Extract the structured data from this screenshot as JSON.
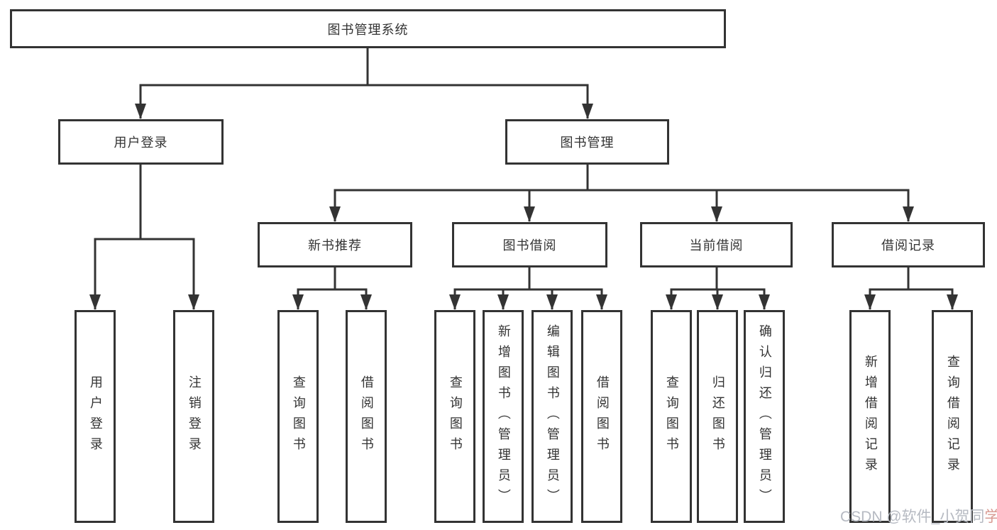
{
  "nodes": {
    "root": "图书管理系统",
    "user_login": {
      "label": "用户登录",
      "children": [
        "用户登录",
        "注销登录"
      ]
    },
    "book_management": {
      "label": "图书管理"
    },
    "new_book_recommend": {
      "label": "新书推荐",
      "children": [
        "查询图书",
        "借阅图书"
      ]
    },
    "book_borrow": {
      "label": "图书借阅",
      "children": [
        "查询图书",
        "新增图书（管理员）",
        "编辑图书（管理员）",
        "借阅图书"
      ]
    },
    "current_borrow": {
      "label": "当前借阅",
      "children": [
        "查询图书",
        "归还图书",
        "确认归还（管理员）"
      ]
    },
    "borrow_records": {
      "label": "借阅记录",
      "children": [
        "新增借阅记录",
        "查询借阅记录"
      ]
    }
  },
  "watermark": {
    "prefix": "CSDN @软件_小贺同",
    "accent": "学"
  },
  "colors": {
    "line": "#333333",
    "text": "#333333",
    "background": "#ffffff",
    "watermark": "#b6bac2",
    "watermark_accent": "#d89a92"
  }
}
